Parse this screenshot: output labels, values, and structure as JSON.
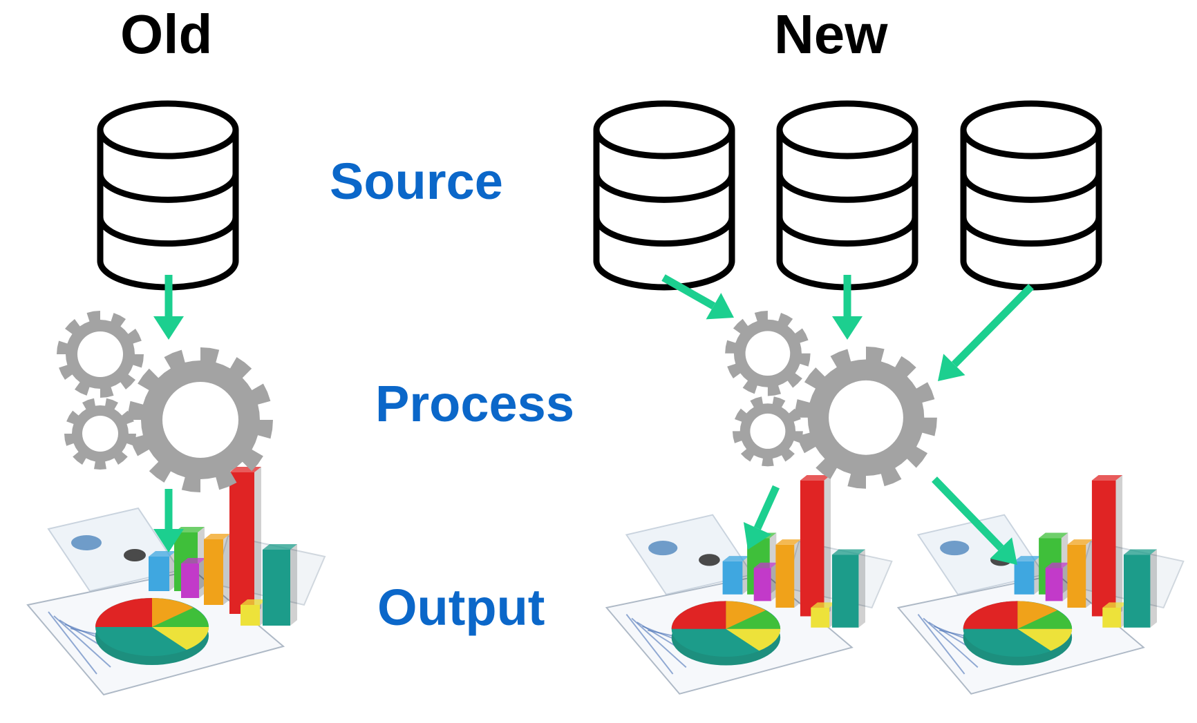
{
  "headings": {
    "old": "Old",
    "new": "New"
  },
  "row_labels": {
    "source": "Source",
    "process": "Process",
    "output": "Output"
  },
  "colors": {
    "arrow": "#1ccf8f",
    "label": "#0b67c9",
    "gear": "#a3a3a3",
    "database_stroke": "#000000",
    "bar_red": "#e02424",
    "bar_green": "#3fbf3a",
    "bar_orange": "#f0a21a",
    "bar_teal": "#1c9c8a",
    "bar_blue": "#3fa7e0",
    "bar_magenta": "#c23ac9",
    "bar_yellow": "#ede23a"
  },
  "icons": {
    "source": "database-icon",
    "process": "gears-icon",
    "output": "report-charts-icon"
  }
}
